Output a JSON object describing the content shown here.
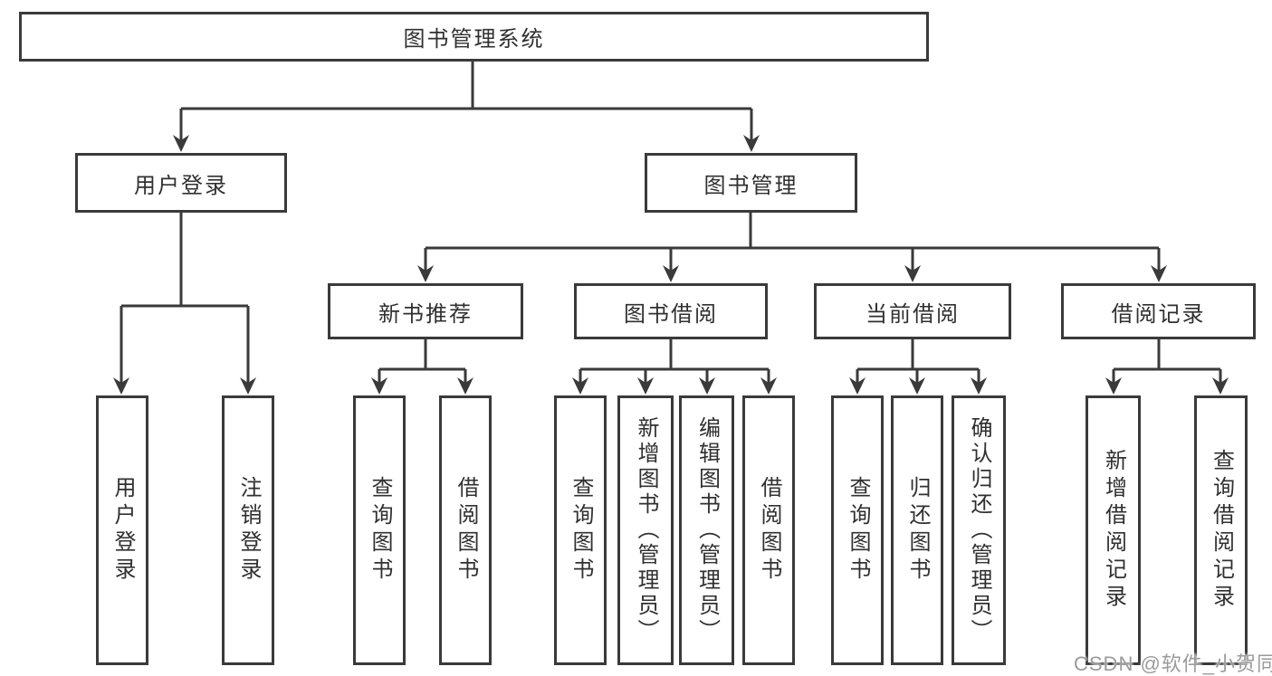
{
  "colors": {
    "line": "#3a3a3a",
    "text": "#303030",
    "background": "#ffffff",
    "watermark_text": "#9b9b9b"
  },
  "nodes": {
    "root": {
      "label": "图书管理系统"
    },
    "user_login": {
      "label": "用户登录"
    },
    "book_mgmt": {
      "label": "图书管理"
    },
    "new_books": {
      "label": "新书推荐"
    },
    "book_borrow": {
      "label": "图书借阅"
    },
    "current_borrow": {
      "label": "当前借阅"
    },
    "borrow_records": {
      "label": "借阅记录"
    },
    "leaf_user_login": {
      "label": "用户登录"
    },
    "leaf_logout": {
      "label": "注销登录"
    },
    "leaf_query_books_1": {
      "label": "查询图书"
    },
    "leaf_borrow_books_1": {
      "label": "借阅图书"
    },
    "leaf_query_books_2": {
      "label": "查询图书"
    },
    "leaf_add_books": {
      "label": "新增图书（管理员）"
    },
    "leaf_edit_books": {
      "label": "编辑图书（管理员）"
    },
    "leaf_borrow_books_2": {
      "label": "借阅图书"
    },
    "leaf_query_books_3": {
      "label": "查询图书"
    },
    "leaf_return_books": {
      "label": "归还图书"
    },
    "leaf_confirm_return": {
      "label": "确认归还（管理员）"
    },
    "leaf_add_borrow_record": {
      "label": "新增借阅记录"
    },
    "leaf_query_borrow_record": {
      "label": "查询借阅记录"
    }
  },
  "watermark": {
    "text": "CSDN @软件_小贺同学"
  }
}
